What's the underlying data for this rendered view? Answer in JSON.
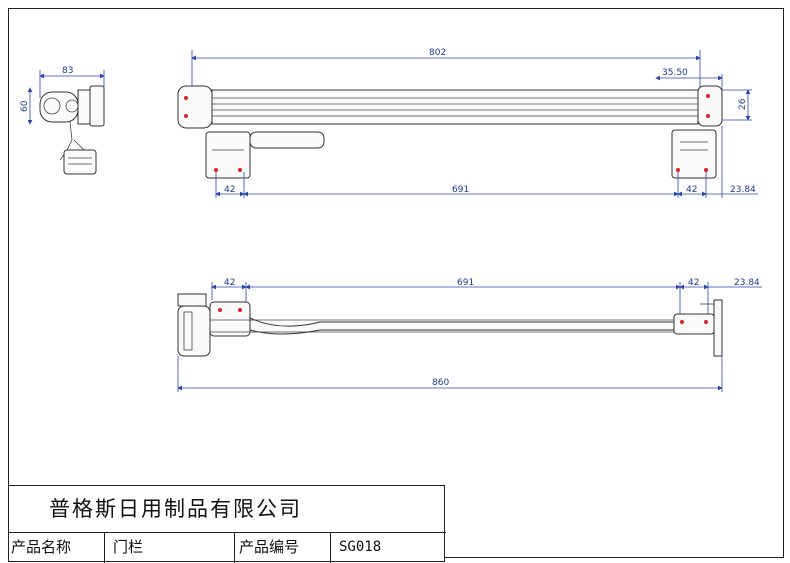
{
  "dimensions": {
    "side_width": "83",
    "side_height": "60",
    "top_total": "802",
    "top_offset": "35.50",
    "top_end_height": "26",
    "top_left_gap": "42",
    "top_span": "691",
    "top_right_gap": "42",
    "top_end_ext": "23.84",
    "bottom_left_gap": "42",
    "bottom_span": "691",
    "bottom_right_gap": "42",
    "bottom_end_ext": "23.84",
    "bottom_total": "860"
  },
  "title_block": {
    "company": "普格斯日用制品有限公司",
    "product_name_label": "产品名称",
    "product_name_value": "门栏",
    "product_code_label": "产品编号",
    "product_code_value": "SG018"
  }
}
